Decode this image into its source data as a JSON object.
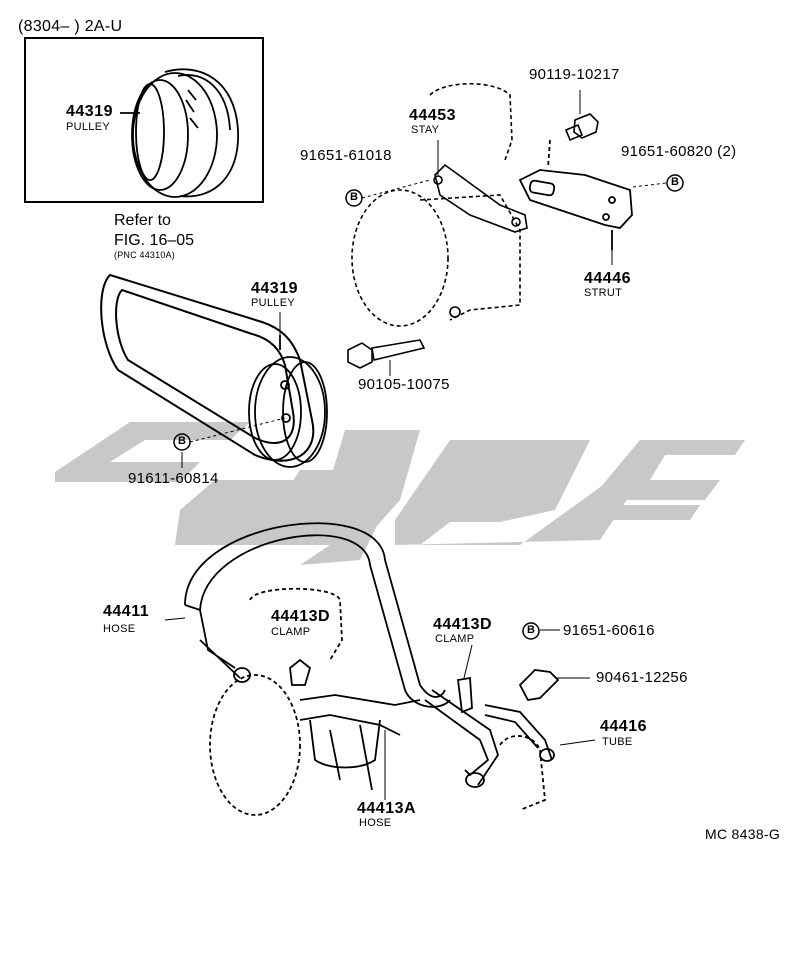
{
  "header": {
    "model_range": "(8304–          ) 2A-U"
  },
  "inset": {
    "part_number": "44319",
    "part_name": "PULLEY"
  },
  "reference": {
    "line1": "Refer to",
    "line2": "FIG. 16–05",
    "line3": "(PNC 44310A)"
  },
  "callouts": [
    {
      "id": "pulley",
      "number": "44319",
      "name": "PULLEY"
    },
    {
      "id": "stay",
      "number": "44453",
      "name": "STAY"
    },
    {
      "id": "strut",
      "number": "44446",
      "name": "STRUT"
    },
    {
      "id": "hose",
      "number": "44411",
      "name": "HOSE"
    },
    {
      "id": "clamp-left",
      "number": "44413D",
      "name": "CLAMP"
    },
    {
      "id": "clamp-right",
      "number": "44413D",
      "name": "CLAMP"
    },
    {
      "id": "tube",
      "number": "44416",
      "name": "TUBE"
    },
    {
      "id": "hose-lower",
      "number": "44413A",
      "name": "HOSE"
    }
  ],
  "part_numbers": {
    "bolt_top": "90119-10217",
    "washer_stay": "91651-61018",
    "washer_strut": "91651-60820 (2)",
    "bolt_pump": "90105-10075",
    "washer_pulley": "91611-60814",
    "washer_clamp": "91651-60616",
    "clip": "90461-12256"
  },
  "washer_symbol": "B",
  "diagram_code": "MC 8438-G",
  "watermark_color": "#c8c8c8",
  "line_color": "#000000"
}
